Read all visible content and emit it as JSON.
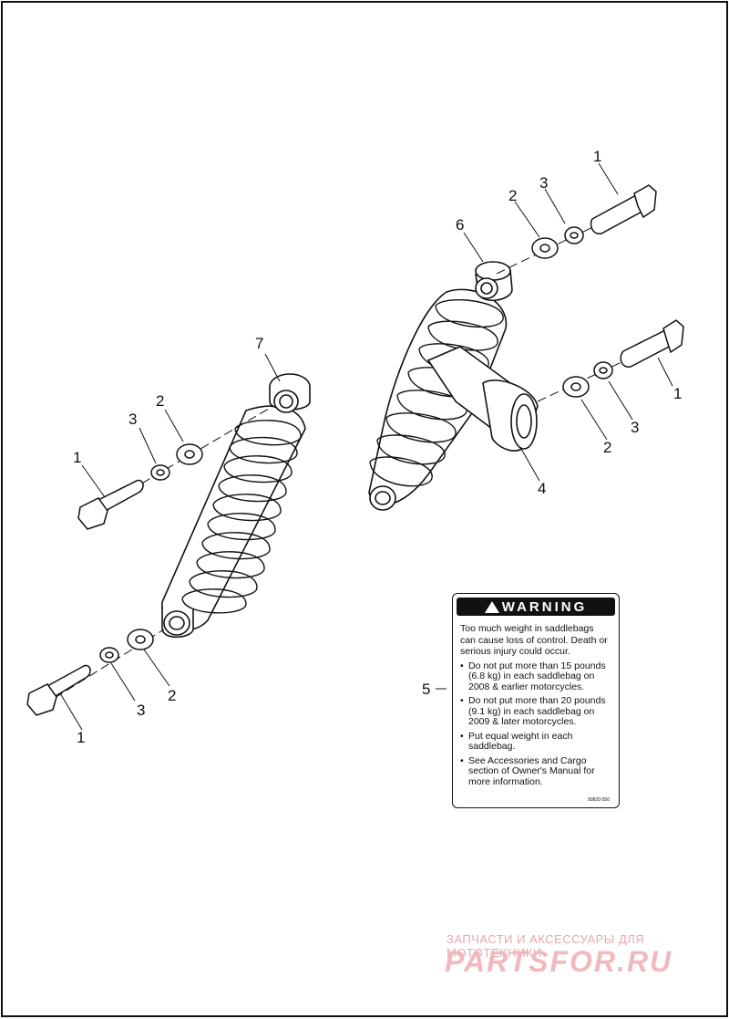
{
  "callouts": {
    "left": [
      {
        "id": "L7",
        "text": "7"
      },
      {
        "id": "L2a",
        "text": "2"
      },
      {
        "id": "L3a",
        "text": "3"
      },
      {
        "id": "L1a",
        "text": "1"
      },
      {
        "id": "L3b",
        "text": "3"
      },
      {
        "id": "L2b",
        "text": "2"
      },
      {
        "id": "L1b",
        "text": "1"
      }
    ],
    "right": [
      {
        "id": "R1a",
        "text": "1"
      },
      {
        "id": "R3a",
        "text": "3"
      },
      {
        "id": "R2a",
        "text": "2"
      },
      {
        "id": "R6",
        "text": "6"
      },
      {
        "id": "R1b",
        "text": "1"
      },
      {
        "id": "R3b",
        "text": "3"
      },
      {
        "id": "R2b",
        "text": "2"
      },
      {
        "id": "R4",
        "text": "4"
      }
    ],
    "label": {
      "id": "5",
      "text": "5"
    }
  },
  "warning": {
    "header": "WARNING",
    "intro": "Too much weight in saddlebags can cause loss of control.  Death or serious injury could occur.",
    "bullets": [
      "Do not put more than 15 pounds (6.8 kg) in each saddlebag on 2008 & earlier motorcycles.",
      "Do not put more than 20 pounds (9.1 kg) in each saddlebag on 2009 & later motorcycles.",
      "Put equal weight in each saddlebag.",
      "See Accessories and Cargo section of Owner's Manual for more information."
    ],
    "code": "90820-550"
  },
  "watermark": {
    "ru_text": "ЗАПЧАСТИ И АКСЕССУАРЫ ДЛЯ МОТОТЕХНИКИ",
    "logo": "PARTSFOR.RU"
  },
  "colors": {
    "line": "#111111",
    "watermark": "#f1b9bd"
  }
}
